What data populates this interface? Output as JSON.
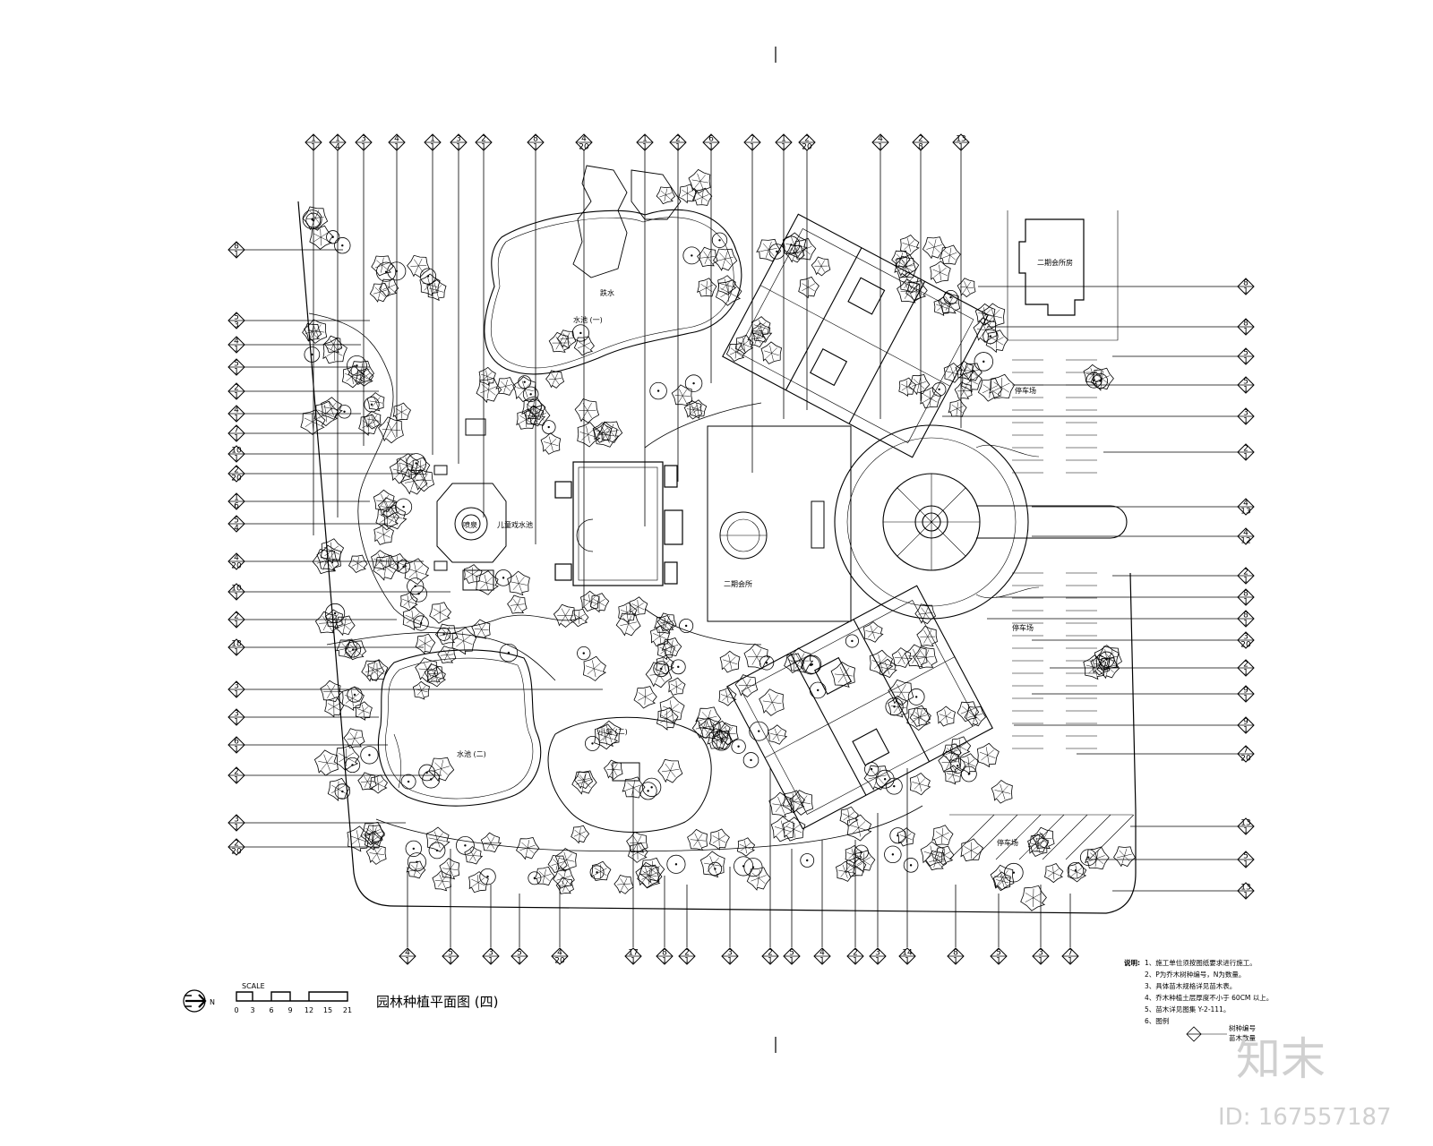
{
  "plan": {
    "title": "园林种植平面图 (四)",
    "scale_label": "SCALE",
    "scale_ticks": [
      "0",
      "3",
      "6",
      "9",
      "12",
      "15",
      "21"
    ],
    "labels": {
      "pond_one": "水池 (一)",
      "pond_two": "水池 (二)",
      "falls": "跌水",
      "fountain": "喷泉",
      "plaza_text": "儿童戏水池",
      "clubhouse": "二期会所",
      "clubhouse_ne": "二期会所房",
      "island": "小岛 (二)",
      "parking_a": "停车场",
      "parking_b": "停车场",
      "parking_c": "停车场"
    },
    "notes": {
      "heading": "说明:",
      "items": [
        "1、施工单位须按图纸要求进行施工。",
        "2、P为乔木树种编号，N为数量。",
        "3、具体苗木规格详见苗木表。",
        "4、乔木种植土层厚度不小于 60CM 以上。",
        "5、苗木详见图集 Y-2-111。",
        "6、图例"
      ],
      "legend_a": "树种编号",
      "legend_b": "苗木数量"
    },
    "top_tags": [
      {
        "top": "1",
        "bottom": "1"
      },
      {
        "top": "1",
        "bottom": "4"
      },
      {
        "top": "3",
        "bottom": "1"
      },
      {
        "top": "4",
        "bottom": "1"
      },
      {
        "top": "1",
        "bottom": "1"
      },
      {
        "top": "3",
        "bottom": "1"
      },
      {
        "top": "2",
        "bottom": "1"
      },
      {
        "top": "8",
        "bottom": "1"
      },
      {
        "top": "4",
        "bottom": "20"
      },
      {
        "top": "1",
        "bottom": "1"
      },
      {
        "top": "2",
        "bottom": "1"
      },
      {
        "top": "6",
        "bottom": "1"
      },
      {
        "top": "7",
        "bottom": "1"
      },
      {
        "top": "1",
        "bottom": "1"
      },
      {
        "top": "2",
        "bottom": "20"
      },
      {
        "top": "4",
        "bottom": "1"
      },
      {
        "top": "2",
        "bottom": "8"
      },
      {
        "top": "13",
        "bottom": "1"
      }
    ],
    "left_tags": [
      {
        "top": "8",
        "bottom": "1"
      },
      {
        "top": "5",
        "bottom": "3"
      },
      {
        "top": "4",
        "bottom": "1"
      },
      {
        "top": "5",
        "bottom": "1"
      },
      {
        "top": "2",
        "bottom": "1"
      },
      {
        "top": "4",
        "bottom": "1"
      },
      {
        "top": "7",
        "bottom": "1"
      },
      {
        "top": "10",
        "bottom": "1"
      },
      {
        "top": "2",
        "bottom": "20"
      },
      {
        "top": "1",
        "bottom": "6"
      },
      {
        "top": "5",
        "bottom": "4"
      },
      {
        "top": "4",
        "bottom": "20"
      },
      {
        "top": "10",
        "bottom": "1"
      },
      {
        "top": "2",
        "bottom": "1"
      },
      {
        "top": "18",
        "bottom": "1"
      },
      {
        "top": "3",
        "bottom": "1"
      },
      {
        "top": "3",
        "bottom": "1"
      },
      {
        "top": "6",
        "bottom": "1"
      },
      {
        "top": "2",
        "bottom": "1"
      },
      {
        "top": "3",
        "bottom": "1"
      },
      {
        "top": "2",
        "bottom": "20"
      }
    ],
    "right_tags": [
      {
        "top": "8",
        "bottom": "1"
      },
      {
        "top": "8",
        "bottom": "1"
      },
      {
        "top": "5",
        "bottom": "1"
      },
      {
        "top": "5",
        "bottom": "1"
      },
      {
        "top": "3",
        "bottom": "1"
      },
      {
        "top": "2",
        "bottom": "1"
      },
      {
        "top": "4",
        "bottom": "13"
      },
      {
        "top": "4",
        "bottom": "12"
      },
      {
        "top": "2",
        "bottom": "1"
      },
      {
        "top": "8",
        "bottom": "1"
      },
      {
        "top": "8",
        "bottom": "1"
      },
      {
        "top": "3",
        "bottom": "20"
      },
      {
        "top": "2",
        "bottom": "1"
      },
      {
        "top": "9",
        "bottom": "1"
      },
      {
        "top": "9",
        "bottom": "1"
      },
      {
        "top": "7",
        "bottom": "20"
      },
      {
        "top": "13",
        "bottom": "1"
      },
      {
        "top": "5",
        "bottom": "1"
      },
      {
        "top": "13",
        "bottom": "1"
      }
    ],
    "bottom_tags": [
      {
        "top": "4",
        "bottom": "1"
      },
      {
        "top": "5",
        "bottom": "1"
      },
      {
        "top": "3",
        "bottom": "1"
      },
      {
        "top": "5",
        "bottom": "1"
      },
      {
        "top": "4",
        "bottom": "20"
      },
      {
        "top": "17",
        "bottom": "1"
      },
      {
        "top": "8",
        "bottom": "1"
      },
      {
        "top": "2",
        "bottom": "1"
      },
      {
        "top": "3",
        "bottom": "1"
      },
      {
        "top": "2",
        "bottom": "1"
      },
      {
        "top": "5",
        "bottom": "1"
      },
      {
        "top": "4",
        "bottom": "1"
      },
      {
        "top": "2",
        "bottom": "1"
      },
      {
        "top": "3",
        "bottom": "1"
      },
      {
        "top": "14",
        "bottom": "1"
      },
      {
        "top": "8",
        "bottom": "1"
      },
      {
        "top": "5",
        "bottom": "1"
      },
      {
        "top": "3",
        "bottom": "1"
      },
      {
        "top": "7",
        "bottom": "1"
      }
    ]
  },
  "watermark": {
    "brand": "知末",
    "id_text": "ID: 167557187"
  }
}
